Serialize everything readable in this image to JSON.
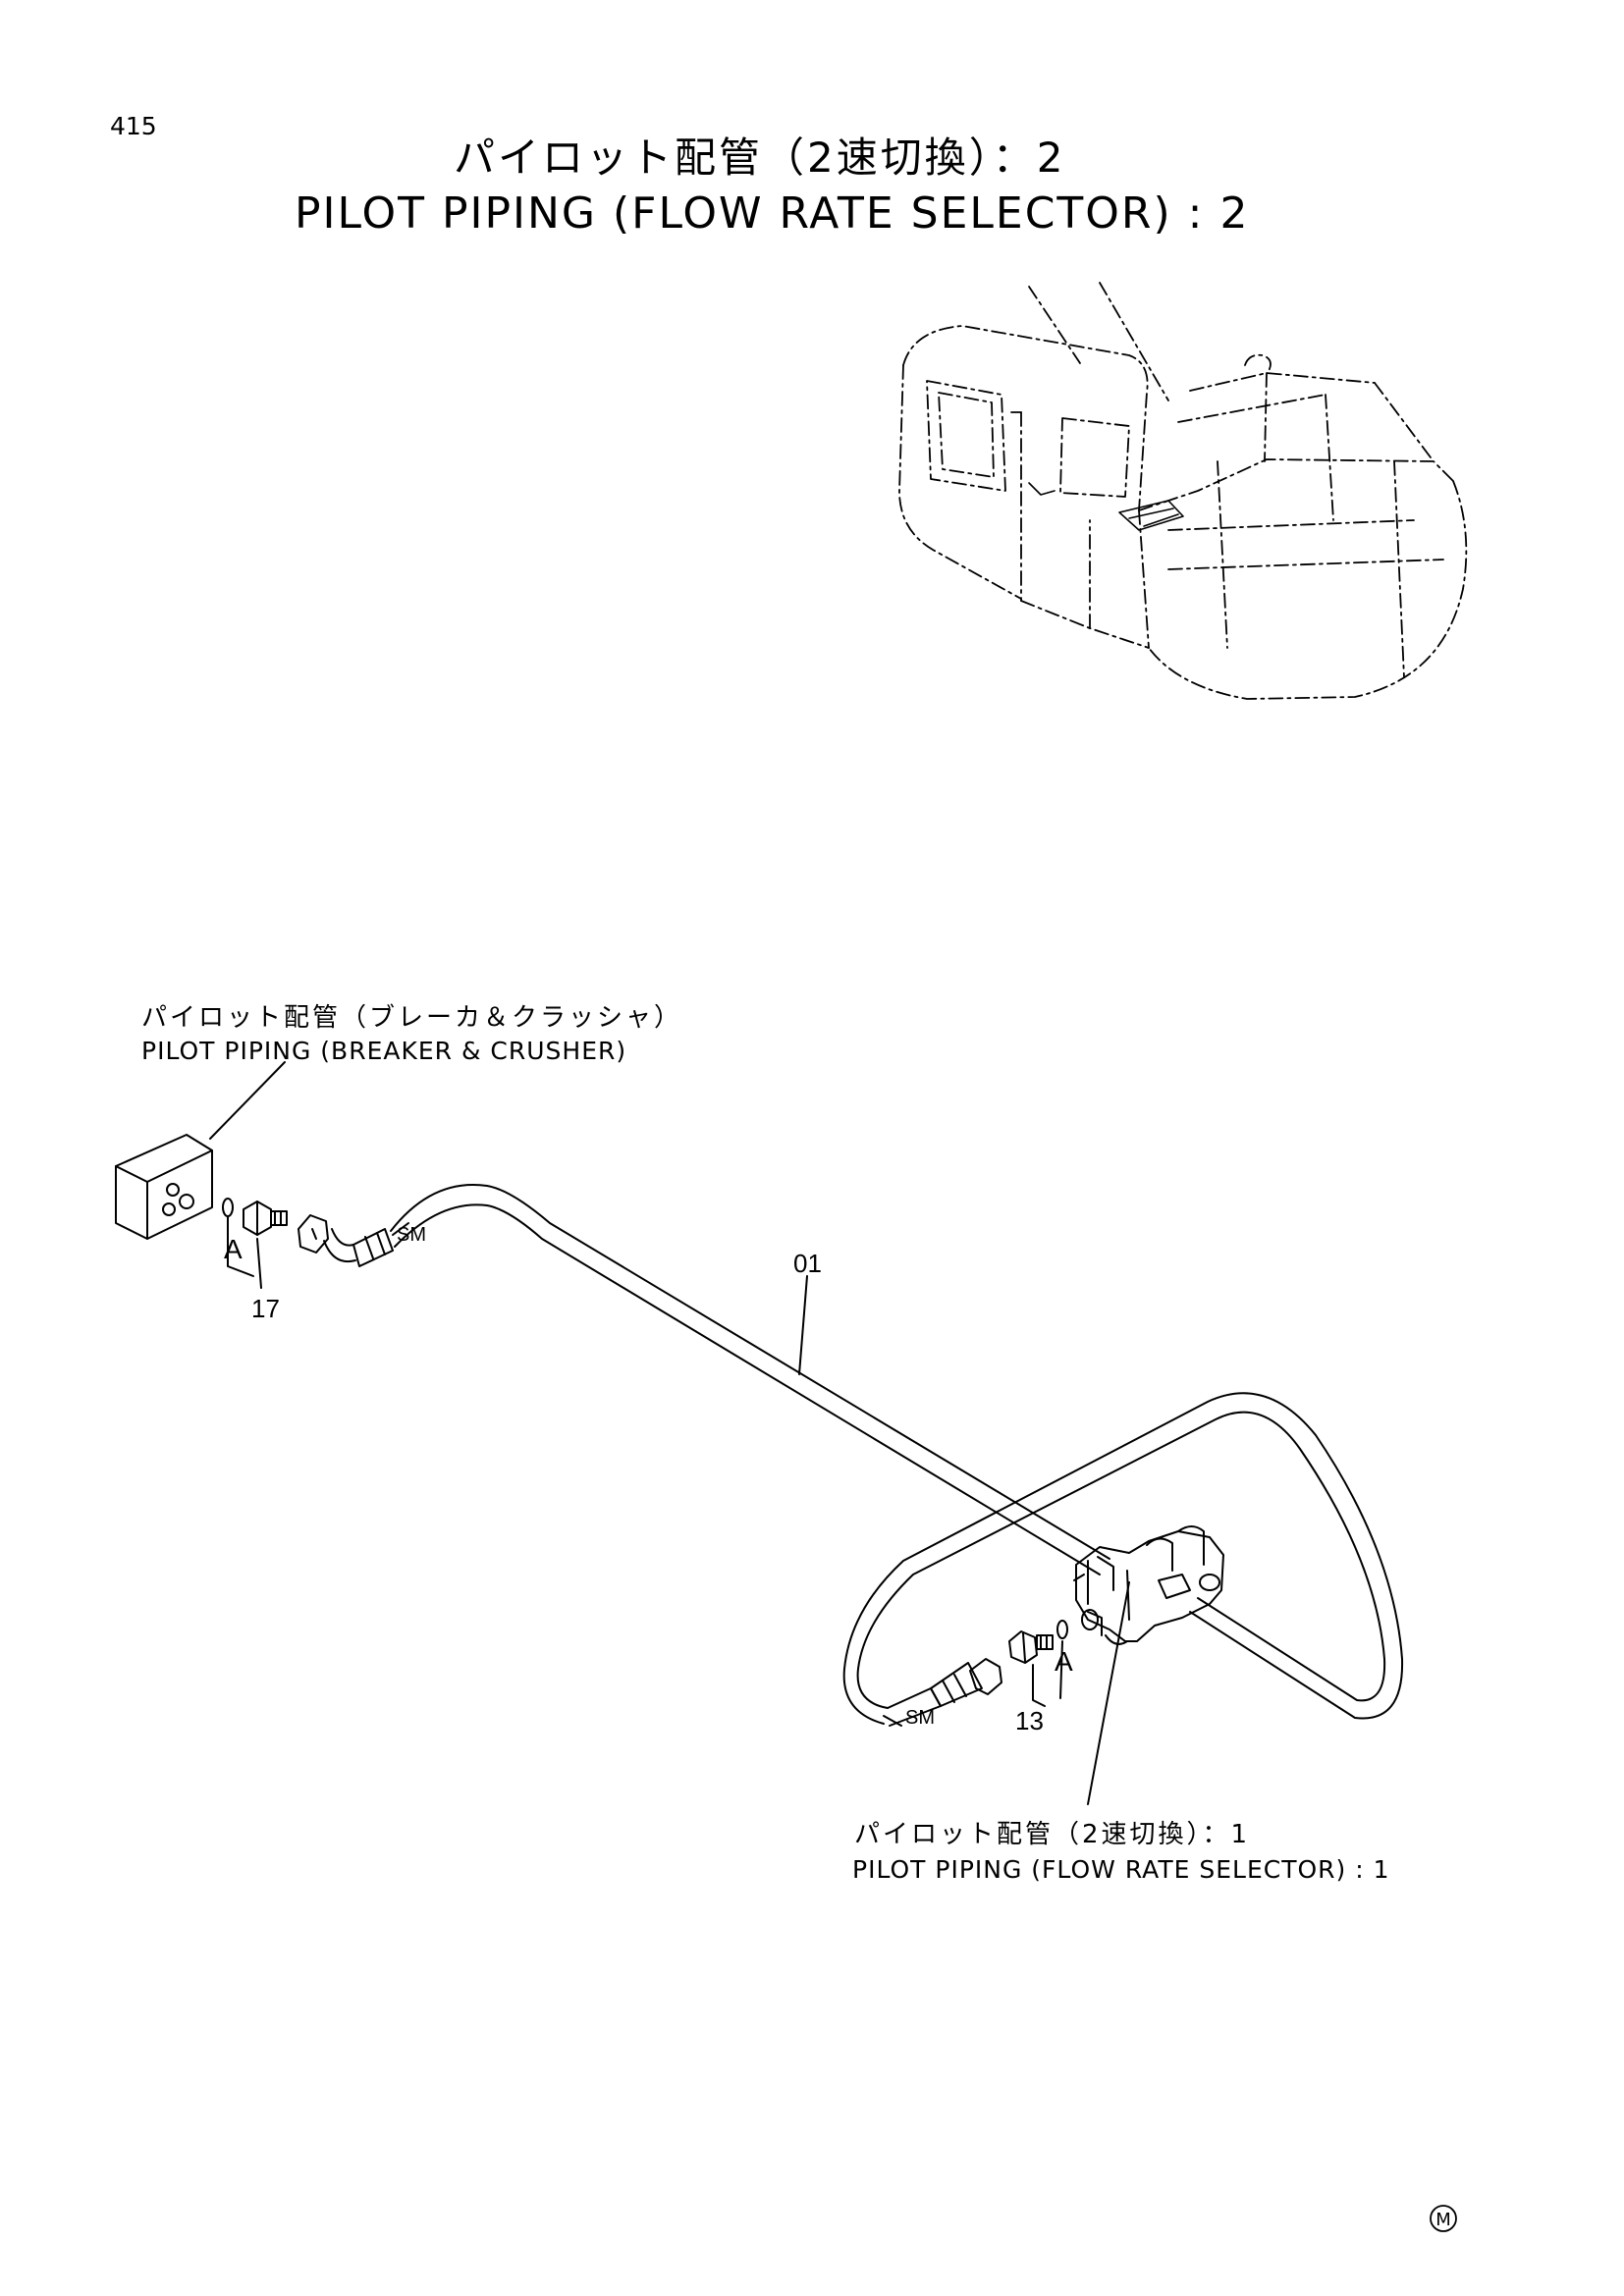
{
  "page": {
    "number": "415",
    "title_jp": "パイロット配管（2速切換）：2",
    "title_en": "PILOT PIPING (FLOW RATE SELECTOR) : 2",
    "mark": "M"
  },
  "callouts": {
    "upstream_jp": "パイロット配管（ブレーカ＆クラッシャ）",
    "upstream_en": "PILOT PIPING (BREAKER & CRUSHER)",
    "downstream_jp": "パイロット配管（2速切換）：1",
    "downstream_en": "PILOT PIPING (FLOW RATE SELECTOR) : 1"
  },
  "parts": {
    "hose": "01",
    "fitting_a": "17",
    "fitting_b": "13",
    "detail_a1": "A",
    "detail_a2": "A",
    "sm1": "SM",
    "sm2": "SM"
  }
}
